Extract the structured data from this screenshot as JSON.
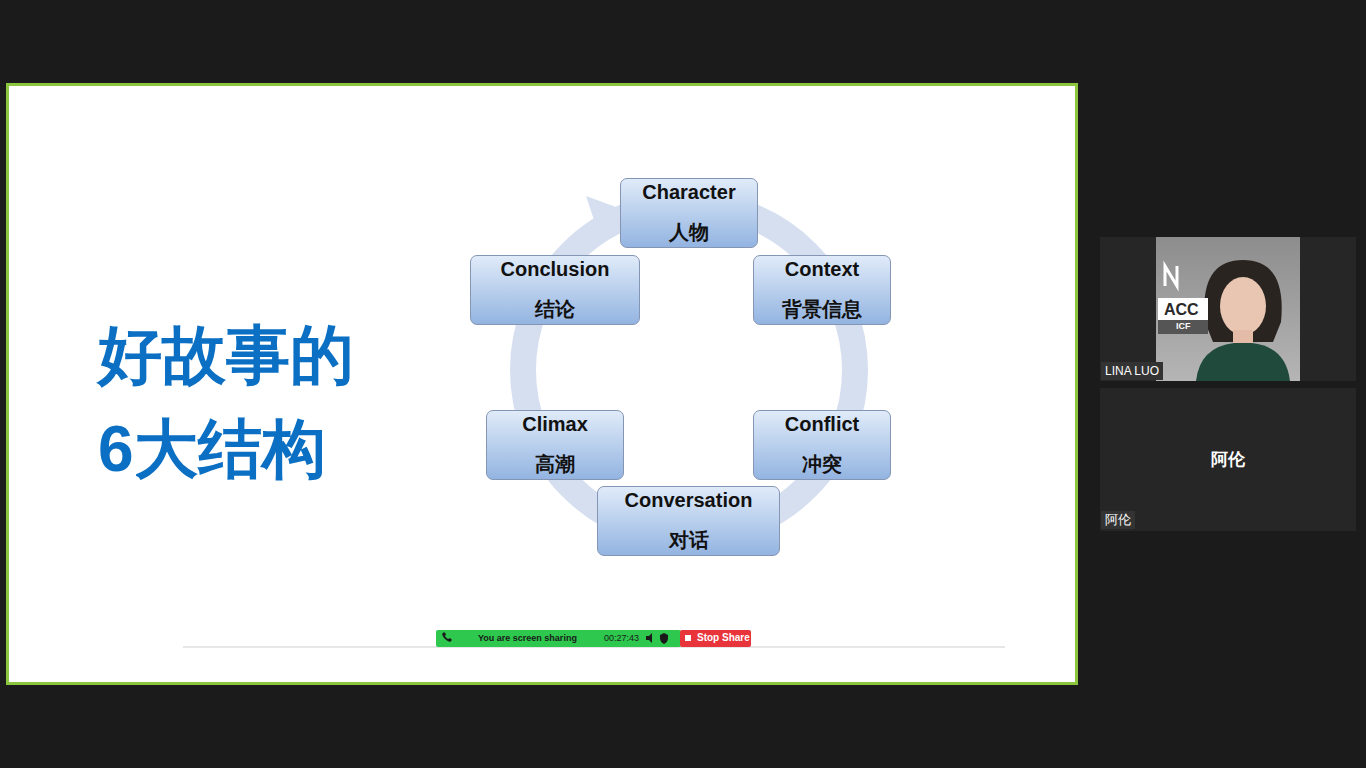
{
  "diagram": {
    "title": "好故事的 6大结构",
    "nodes": [
      {
        "text": [
          "Character",
          "人物"
        ]
      },
      {
        "text": [
          "Context",
          "背景信息"
        ]
      },
      {
        "text": [
          "Conflict",
          "冲突"
        ]
      },
      {
        "text": [
          "Conversation",
          "对话"
        ]
      },
      {
        "text": [
          "Climax",
          "高潮"
        ]
      },
      {
        "text": [
          "Conclusion",
          "结论"
        ]
      }
    ],
    "labels": [
      "You are screen sharing",
      "00:27:43",
      "Stop Share",
      "ACC",
      "ICF",
      "LINA LUO",
      "阿伦",
      "阿伦"
    ]
  }
}
